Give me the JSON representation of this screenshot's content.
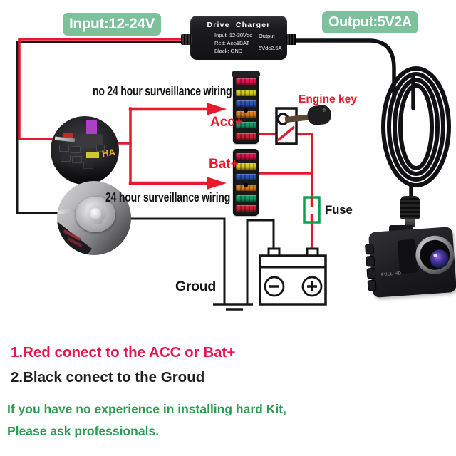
{
  "diagram": {
    "input_badge": "Input:12-24V",
    "output_badge": "Output:5V2A",
    "charger": {
      "title": "Drive Charger",
      "input_line": "Input: 12-30Vdc",
      "red_line": "Red: Acc&BAT",
      "black_line": "Black: GND",
      "output_label": "Output",
      "output_value": "5Vdc2.5A"
    },
    "labels": {
      "no_24h_wiring": "no 24 hour surveillance wiring",
      "acc": "Acc+",
      "bat": "Bat+",
      "engine_key": "Engine key",
      "h24_wiring": "24 hour surveillance wiring",
      "fuse": "Fuse",
      "ground": "Groud"
    },
    "fuse_panel_photo_text": "HA",
    "camera_badge": "FULL HD"
  },
  "notes": [
    "1.Red conect to the ACC or Bat+",
    "2.Black conect to the Groud",
    "If you have no experience in installing hard Kit,",
    "Please ask professionals."
  ],
  "colors": {
    "badge_green": "#7cc09c",
    "wire_red": "#e8192d",
    "wire_black": "#161616",
    "fuse_symbol_green": "#0ba04f",
    "note_red": "#e9164e",
    "note_black": "#202020",
    "note_green": "#2e9b52",
    "fuse_colors": [
      "#d4154a",
      "#d8c91f",
      "#2953b8",
      "#d97a1f",
      "#139a62",
      "#cf1f2f"
    ]
  }
}
